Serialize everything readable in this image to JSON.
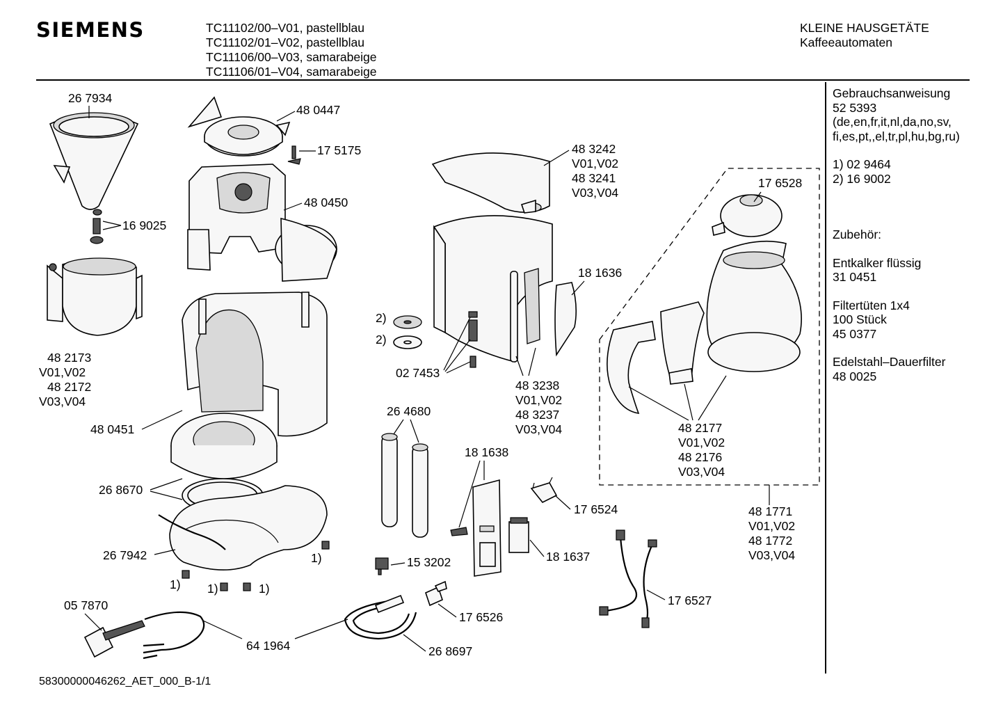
{
  "brand": "SIEMENS",
  "models": [
    "TC11102/00–V01, pastellblau",
    "TC11102/01–V02, pastellblau",
    "TC11106/00–V03, samarabeige",
    "TC11106/01–V04, samarabeige"
  ],
  "category": [
    "KLEINE HAUSGETÄTE",
    "Kaffeeautomaten"
  ],
  "sidebar": {
    "manual_title": "Gebrauchsanweisung",
    "manual_number": "52 5393",
    "manual_langs_1": "(de,en,fr,it,nl,da,no,sv,",
    "manual_langs_2": "fi,es,pt,,el,tr,pl,hu,bg,ru)",
    "note_1": "1)  02 9464",
    "note_2": "2)  16 9002",
    "accessories_title": "Zubehör:",
    "acc_1_name": "Entkalker flüssig",
    "acc_1_number": "31 0451",
    "acc_2_name": "Filtertüten 1x4",
    "acc_2_qty": "100 Stück",
    "acc_2_number": "45 0377",
    "acc_3_name": "Edelstahl–Dauerfilter",
    "acc_3_number": "48 0025"
  },
  "parts": {
    "p267934": "26 7934",
    "p480447": "48 0447",
    "p175175": "17 5175",
    "p480450": "48 0450",
    "p169025": "16 9025",
    "p482173": [
      "48 2173",
      "V01,V02",
      "48 2172",
      "V03,V04"
    ],
    "p480451": "48 0451",
    "p268670": "26 8670",
    "p267942": "26 7942",
    "p057870": "05 7870",
    "p641964": "64 1964",
    "p268697": "26 8697",
    "p176526": "17 6526",
    "p153202": "15 3202",
    "p264680": "26 4680",
    "p181638": "18 1638",
    "p181637": "18 1637",
    "p176524": "17 6524",
    "p176527": "17 6527",
    "p483242": [
      "48 3242",
      "V01,V02",
      "48 3241",
      "V03,V04"
    ],
    "p181636": "18 1636",
    "p483238": [
      "48 3238",
      "V01,V02",
      "48 3237",
      "V03,V04"
    ],
    "p027453": "02 7453",
    "p176528": "17 6528",
    "p482177": [
      "48 2177",
      "V01,V02",
      "48 2176",
      "V03,V04"
    ],
    "p481771": [
      "48 1771",
      "V01,V02",
      "48 1772",
      "V03,V04"
    ],
    "note_mark_1": "1)",
    "note_mark_2": "2)"
  },
  "footer": "58300000046262_AET_000_B-1/1"
}
